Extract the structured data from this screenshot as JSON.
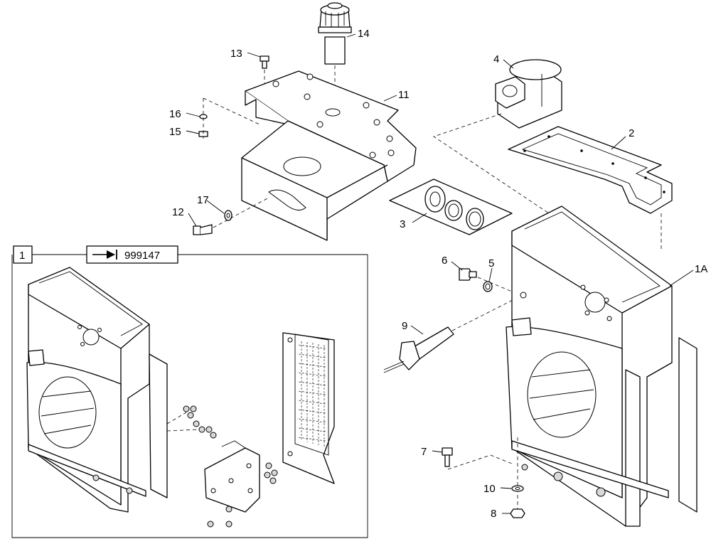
{
  "callouts": {
    "c1A": "1A",
    "c2": "2",
    "c3": "3",
    "c4": "4",
    "c5": "5",
    "c6": "6",
    "c7": "7",
    "c8": "8",
    "c9": "9",
    "c10": "10",
    "c11": "11",
    "c12": "12",
    "c13": "13",
    "c14": "14",
    "c15": "15",
    "c16": "16",
    "c17": "17"
  },
  "inset": {
    "number": "1",
    "reference": "999147",
    "arrow_icon": "arrow-to-bar-icon"
  }
}
